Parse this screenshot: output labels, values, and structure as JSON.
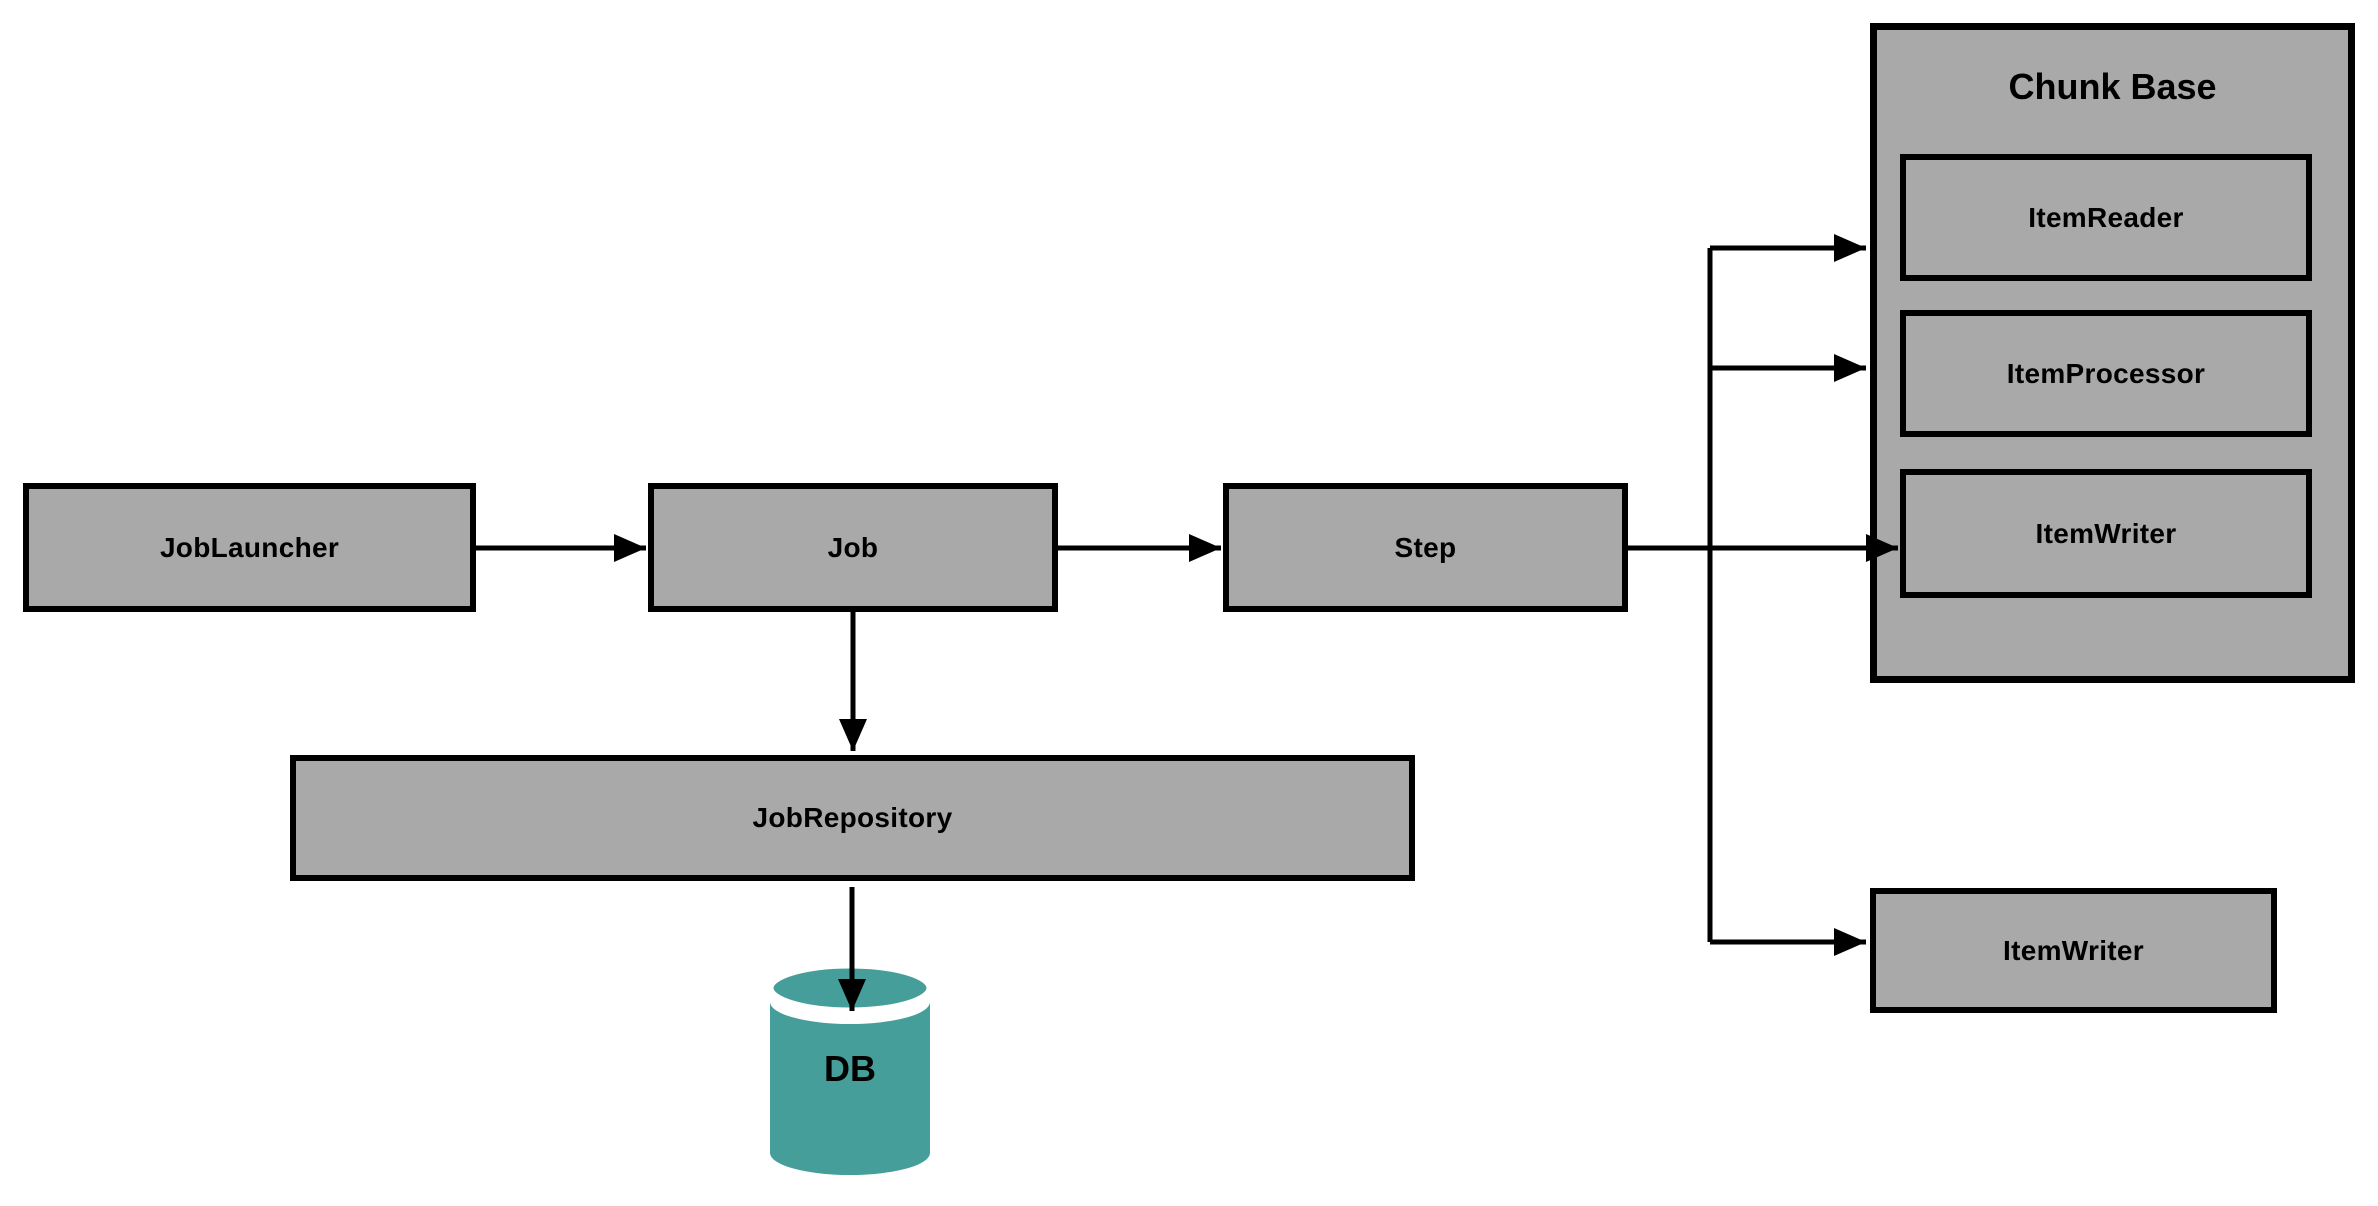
{
  "colors": {
    "bg": "#ffffff",
    "node_fill": "#a9a9a9",
    "line": "#000000",
    "db_fill": "#459e99"
  },
  "nodes": {
    "job_launcher": {
      "label": "JobLauncher"
    },
    "job": {
      "label": "Job"
    },
    "step": {
      "label": "Step"
    },
    "job_repository": {
      "label": "JobRepository"
    },
    "chunk_base": {
      "label": "Chunk Base"
    },
    "item_reader": {
      "label": "ItemReader"
    },
    "item_processor": {
      "label": "ItemProcessor"
    },
    "item_writer_chunk": {
      "label": "ItemWriter"
    },
    "item_writer_standalone": {
      "label": "ItemWriter"
    },
    "db": {
      "label": "DB"
    }
  },
  "edges": [
    {
      "from": "job_launcher",
      "to": "job"
    },
    {
      "from": "job",
      "to": "step"
    },
    {
      "from": "job",
      "to": "job_repository"
    },
    {
      "from": "job_repository",
      "to": "db"
    },
    {
      "from": "step",
      "to": "item_reader"
    },
    {
      "from": "step",
      "to": "item_processor"
    },
    {
      "from": "step",
      "to": "item_writer_chunk"
    },
    {
      "from": "step",
      "to": "item_writer_standalone"
    }
  ]
}
